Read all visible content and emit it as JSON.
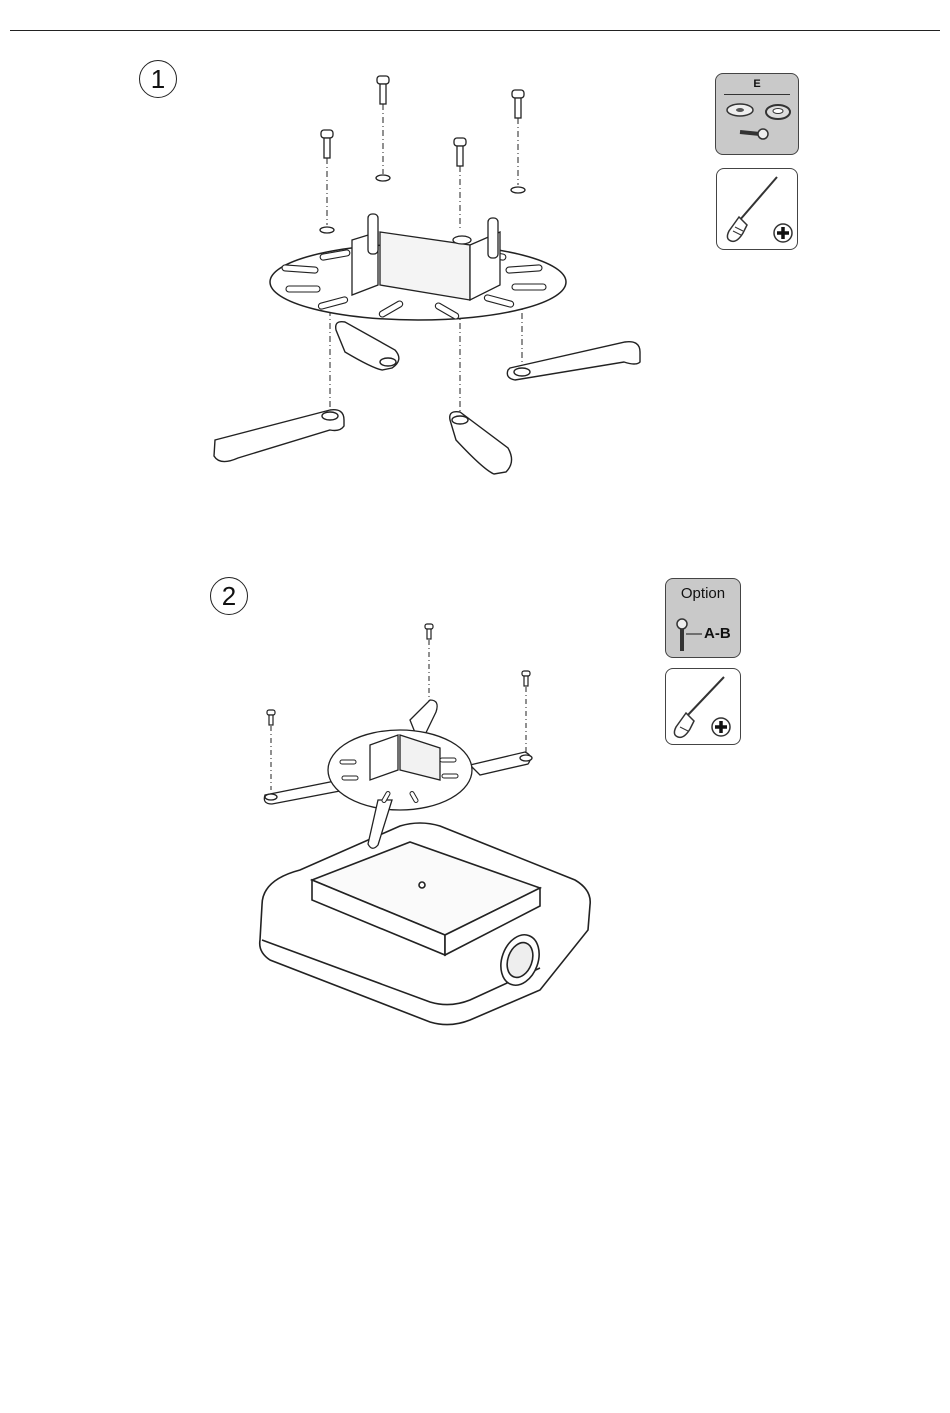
{
  "steps": [
    {
      "number": "1"
    },
    {
      "number": "2"
    }
  ],
  "parts_box_1": {
    "label": "E"
  },
  "parts_box_2": {
    "title": "Option",
    "screw_label": "A-B"
  },
  "icons": {
    "washers": "washer-icon",
    "screw": "screw-icon",
    "screwdriver": "phillips-screwdriver-icon"
  }
}
